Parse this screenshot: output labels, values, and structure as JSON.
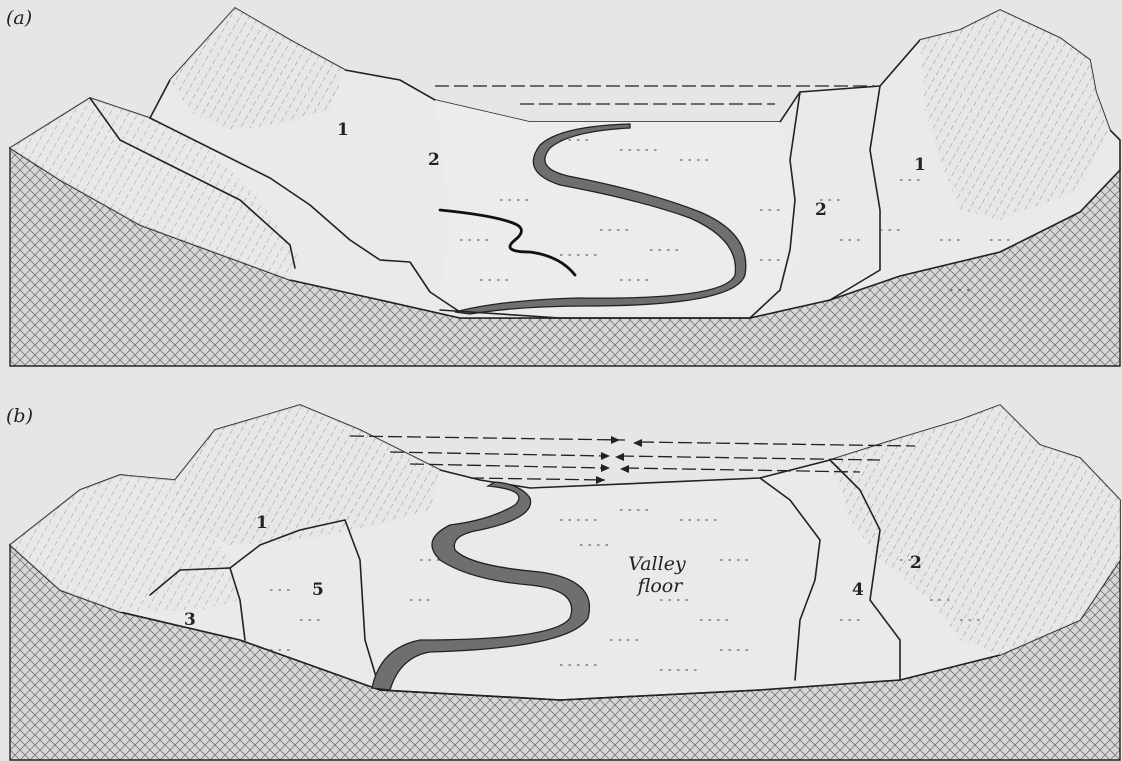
{
  "panels": [
    {
      "label": "(a)",
      "zone_labels": [
        "1",
        "2",
        "1",
        "2"
      ]
    },
    {
      "label": "(b)",
      "zone_labels": [
        "1",
        "5",
        "3",
        "4",
        "2"
      ],
      "floor_label_line1": "Valley",
      "floor_label_line2": "floor"
    }
  ],
  "colors": {
    "background": "#e6e6e6",
    "bedrock_fill": "#d8d8d8",
    "terrain_fill": "#e9e9e9",
    "river_fill": "#707070",
    "ink": "#222222"
  }
}
